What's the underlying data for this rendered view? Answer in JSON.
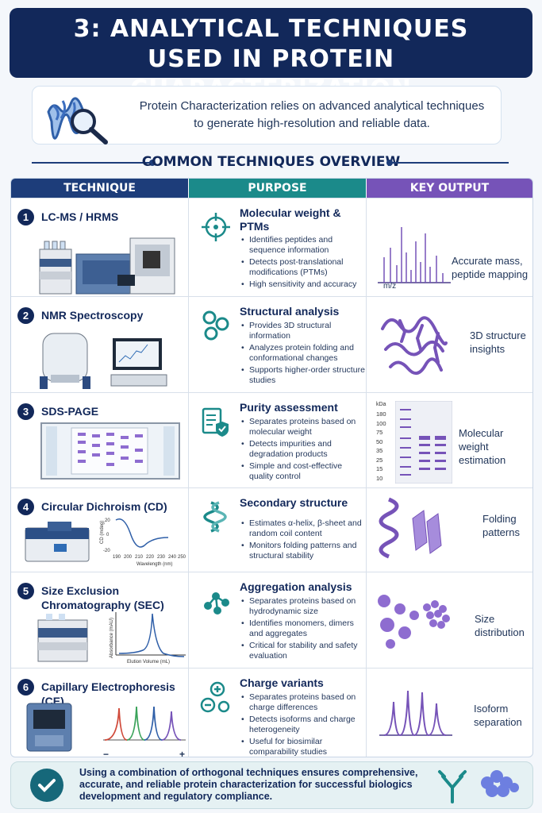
{
  "title": {
    "line1": "3: ANALYTICAL TECHNIQUES",
    "line2": "USED IN PROTEIN CHARACTERIZATION"
  },
  "intro": "Protein Characterization relies on advanced analytical techniques to generate high-resolution and reliable data.",
  "section_title": "COMMON TECHNIQUES OVERVIEW",
  "headers": {
    "technique": "TECHNIQUE",
    "purpose": "PURPOSE",
    "output": "KEY OUTPUT"
  },
  "rows": [
    {
      "num": "1",
      "name": "LC-MS / HRMS",
      "purpose": "Molecular weight & PTMs",
      "bullets": [
        "Identifies peptides and sequence information",
        "Detects post-translational modifications (PTMs)",
        "High sensitivity and accuracy"
      ],
      "output": "Accurate mass, peptide mapping",
      "axis": "m/z"
    },
    {
      "num": "2",
      "name": "NMR Spectroscopy",
      "purpose": "Structural analysis",
      "bullets": [
        "Provides 3D structural information",
        "Analyzes protein folding and conformational changes",
        "Supports higher-order structure studies"
      ],
      "output": "3D structure insights"
    },
    {
      "num": "3",
      "name": "SDS-PAGE",
      "purpose": "Purity assessment",
      "bullets": [
        "Separates proteins based on molecular weight",
        "Detects impurities and degradation products",
        "Simple and cost-effective quality control"
      ],
      "output": "Molecular weight estimation",
      "ladder_unit": "kDa",
      "ladder": [
        "180",
        "100",
        "75",
        "50",
        "35",
        "25",
        "15",
        "10"
      ]
    },
    {
      "num": "4",
      "name": "Circular Dichroism (CD)",
      "purpose": "Secondary structure",
      "bullets": [
        "Estimates α-helix, β-sheet and random coil content",
        "Monitors folding patterns and structural stability"
      ],
      "output": "Folding patterns",
      "cd_ylabel": "CD (mdeg)",
      "cd_xlabel": "Wavelength (nm)",
      "cd_yticks": [
        "20",
        "0",
        "-20"
      ],
      "cd_xticks": [
        "190",
        "200",
        "210",
        "220",
        "230",
        "240",
        "250"
      ]
    },
    {
      "num": "5",
      "name": "Size Exclusion Chromatography (SEC)",
      "purpose": "Aggregation analysis",
      "bullets": [
        "Separates proteins based on hydrodynamic size",
        "Identifies monomers, dimers and aggregates",
        "Critical for stability and safety evaluation"
      ],
      "output": "Size distribution",
      "sec_ylabel": "Absorbance (mAU)",
      "sec_xlabel": "Elution Volume (mL)"
    },
    {
      "num": "6",
      "name": "Capillary Electrophoresis (CE)",
      "purpose": "Charge variants",
      "bullets": [
        "Separates proteins based on charge differences",
        "Detects isoforms and charge heterogeneity",
        "Useful for biosimilar comparability studies"
      ],
      "output": "Isoform separation",
      "minus": "−",
      "plus": "+"
    }
  ],
  "footer": "Using a combination of orthogonal techniques ensures comprehensive, accurate, and reliable protein characterization for successful biologics development and regulatory compliance.",
  "colors": {
    "navy": "#12285a",
    "teal": "#1b8a8a",
    "purple": "#7653b8"
  }
}
